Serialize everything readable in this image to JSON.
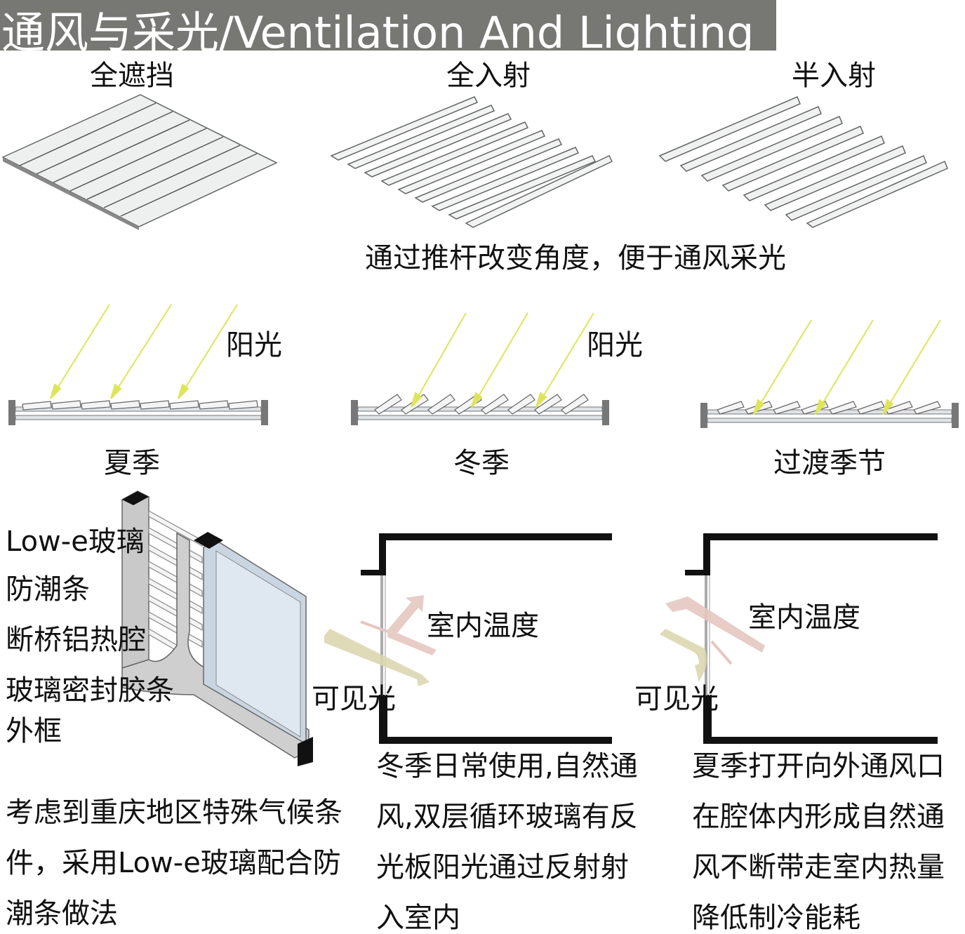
{
  "title": "通风与采光/Ventilation And Lighting",
  "louver_states": {
    "full_block": "全遮挡",
    "full_incident": "全入射",
    "half_incident": "半入射",
    "caption": "通过推杆改变角度，便于通风采光"
  },
  "seasons": {
    "sun_label": "阳光",
    "summer": "夏季",
    "winter": "冬季",
    "transition": "过渡季节"
  },
  "window_parts": {
    "lowe": "Low-e玻璃",
    "moisture": "防潮条",
    "cavity": "断桥铝热腔",
    "seal": "玻璃密封胶条",
    "frame": "外框"
  },
  "rooms": {
    "indoor_temp": "室内温度",
    "visible_light": "可见光"
  },
  "notes": {
    "left": [
      "考虑到重庆地区特殊气候条",
      "件，采用Low-e玻璃配合防",
      "潮条做法"
    ],
    "middle": [
      "冬季日常使用,自然通",
      "风,双层循环玻璃有反",
      "光板阳光通过反射射",
      "入室内"
    ],
    "right": [
      "夏季打开向外通风口",
      "在腔体内形成自然通",
      "风不断带走室内热量",
      "降低制冷能耗"
    ]
  },
  "colors": {
    "title_bg": "#777774",
    "sun_ray": "#dfe55a",
    "wall": "#111111",
    "warm_arrow": "#e6c7c0",
    "light_arrow": "#dcd6b0"
  }
}
